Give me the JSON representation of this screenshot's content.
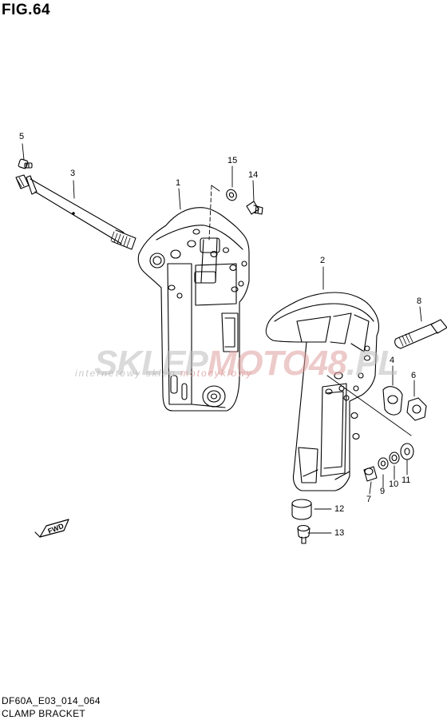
{
  "figure": {
    "title": "FIG.64",
    "code": "DF60A_E03_014_064",
    "name": "CLAMP BRACKET"
  },
  "fwd_label": "FWD",
  "watermark": {
    "brand_part1": "SKLEP",
    "brand_part2": "MOTO",
    "brand_part3": "48",
    "brand_part4": ".PL",
    "tagline_part1": "internetowy sklep ",
    "tagline_part2": "motocyklowy"
  },
  "callouts": {
    "c1": "1",
    "c2": "2",
    "c3": "3",
    "c4": "4",
    "c5": "5",
    "c6": "6",
    "c7": "7",
    "c8": "8",
    "c9": "9",
    "c10": "10",
    "c11": "11",
    "c12": "12",
    "c13": "13",
    "c14": "14",
    "c15": "15"
  }
}
